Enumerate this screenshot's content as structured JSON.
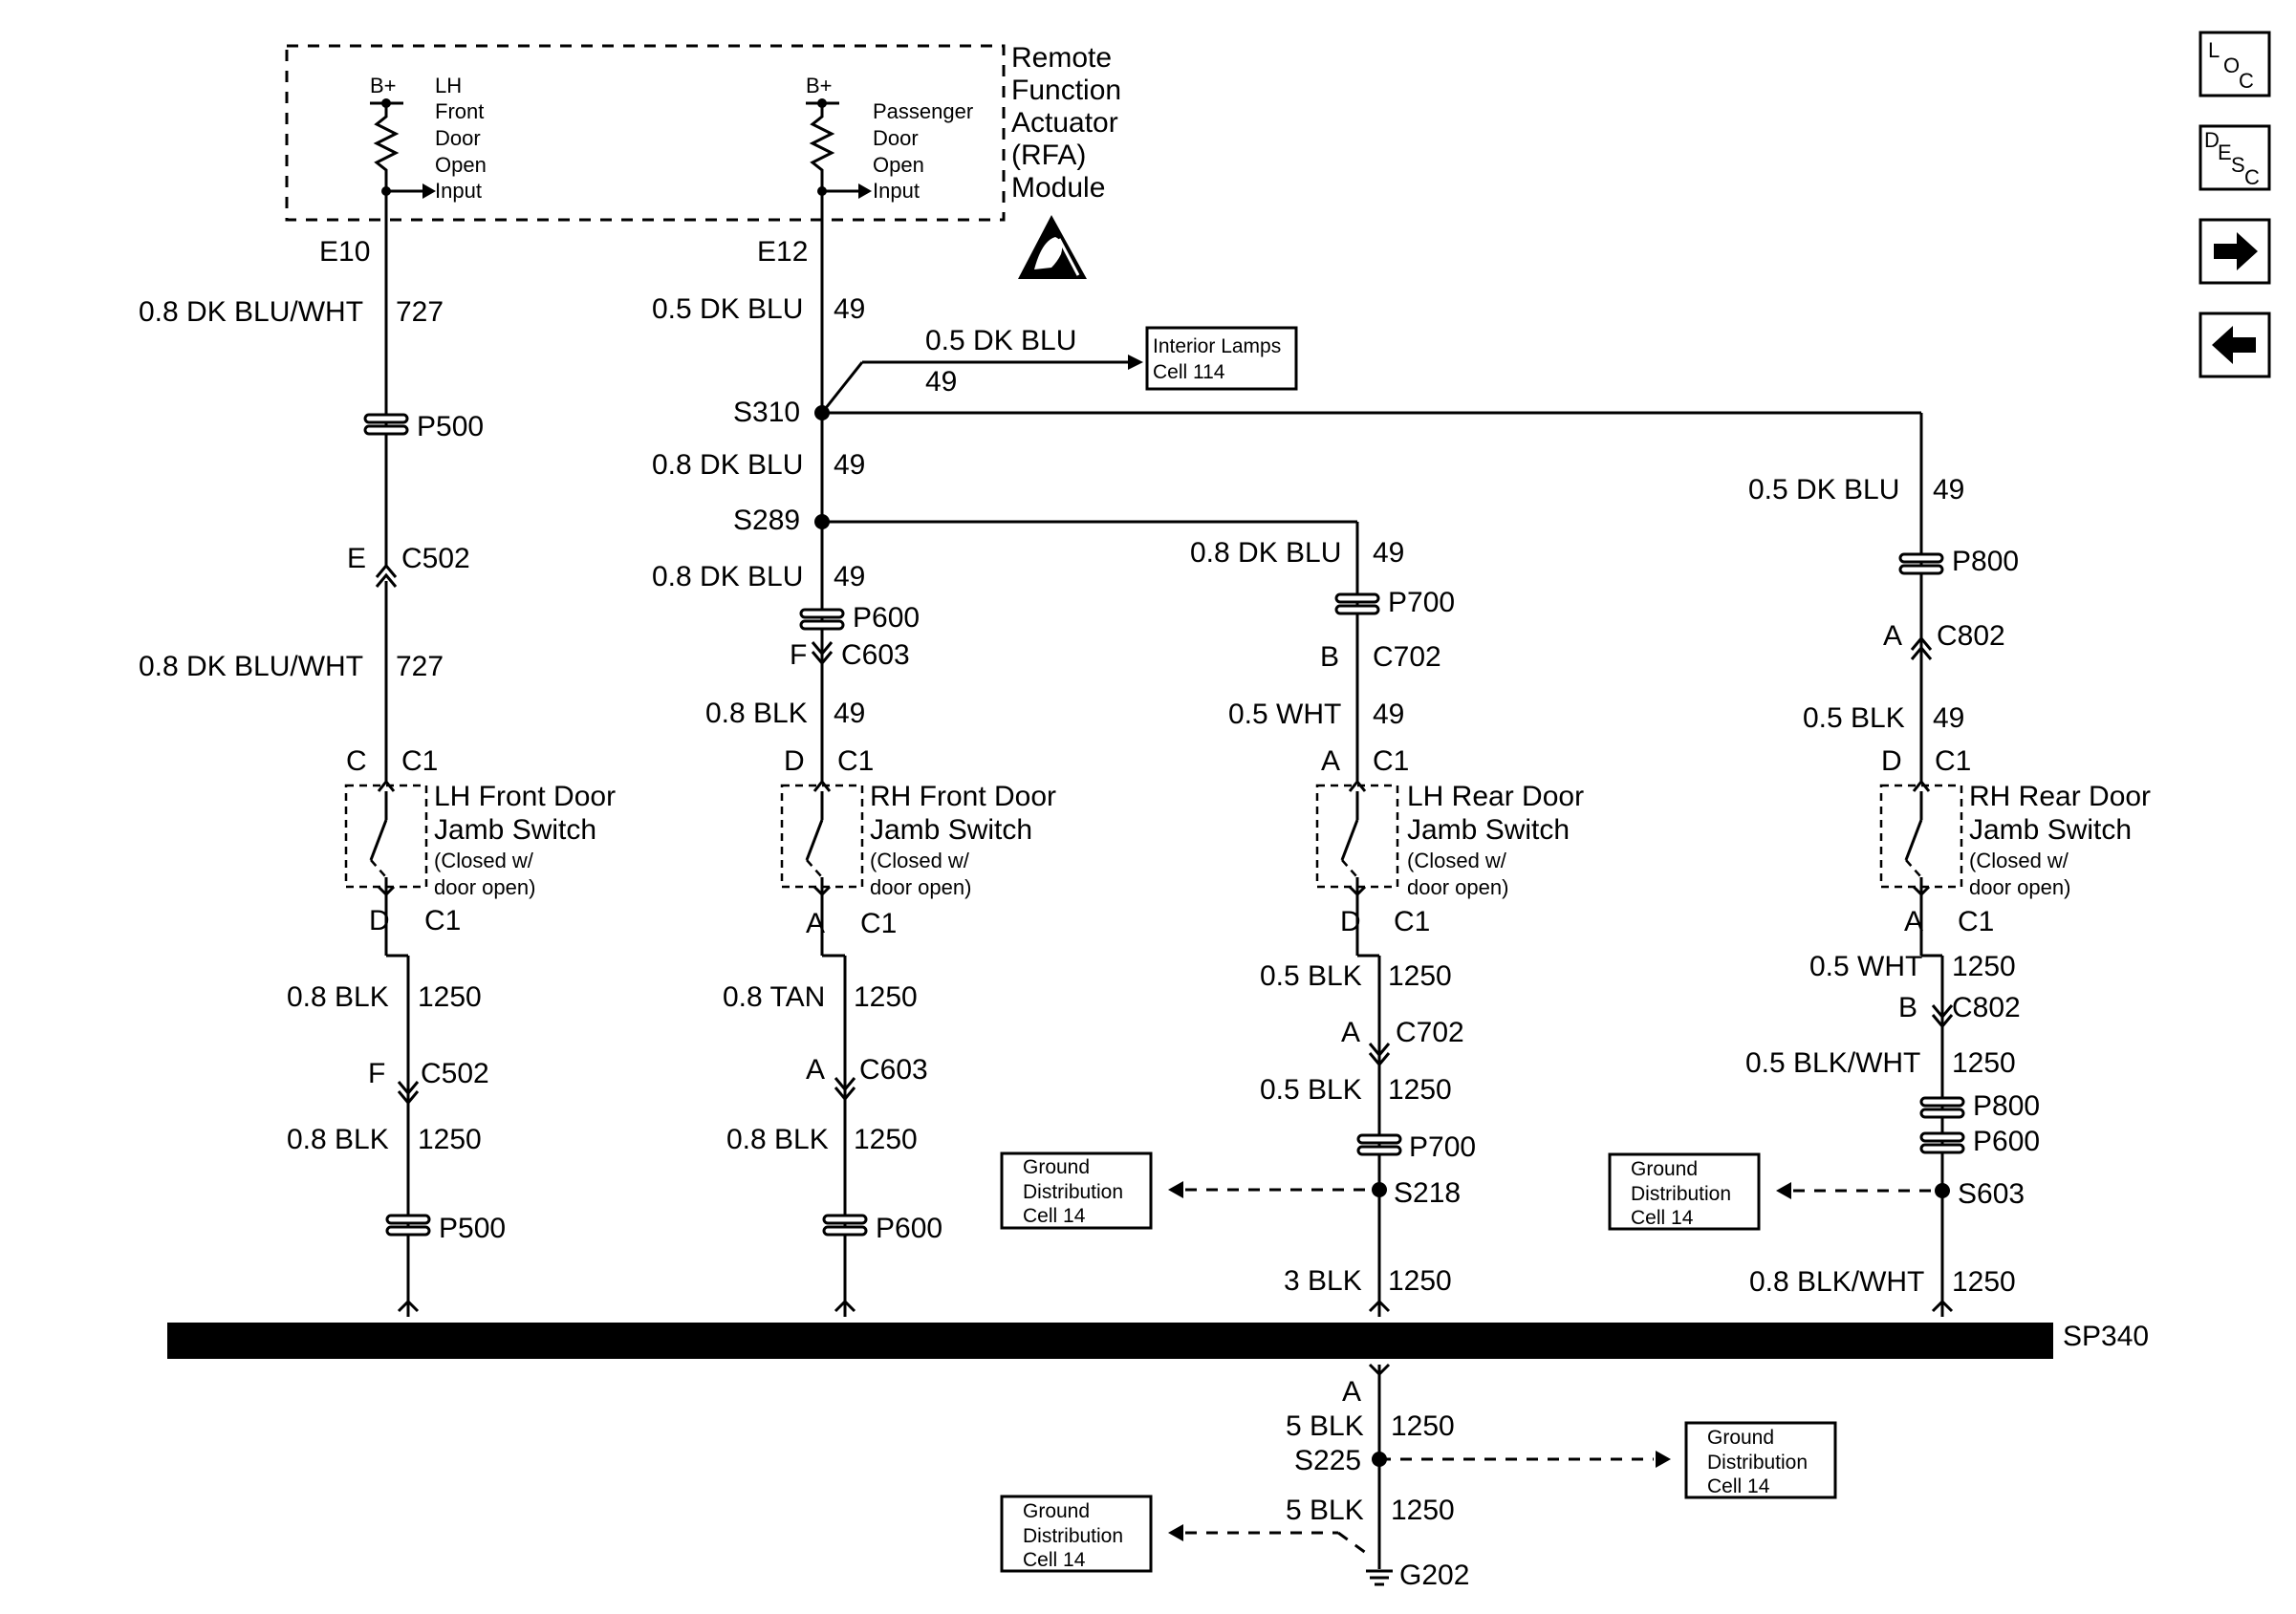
{
  "module": {
    "title_lines": [
      "Remote",
      "Function",
      "Actuator",
      "(RFA)",
      "Module"
    ],
    "b_plus": "B+",
    "lh_input_lines": [
      "LH",
      "Front",
      "Door",
      "Open",
      "Input"
    ],
    "pass_input_lines": [
      "Passenger",
      "Door",
      "Open",
      "Input"
    ],
    "pin_left": "E10",
    "pin_right": "E12"
  },
  "nav": {
    "loc": [
      "L",
      "O",
      "C"
    ],
    "desc": [
      "D",
      "E",
      "S",
      "C"
    ],
    "next_icon": "right-arrow-icon",
    "prev_icon": "left-arrow-icon"
  },
  "icons": {
    "esd": "esd-warning-icon",
    "ground": "ground-symbol-icon"
  },
  "wires": {
    "w1_desc": "0.8 DK BLU/WHT",
    "w1_num": "727",
    "w2_desc": "0.8 DK BLU/WHT",
    "w2_num": "727",
    "w3_desc": "0.8 BLK",
    "w3_num": "1250",
    "w4_desc": "0.8 BLK",
    "w4_num": "1250",
    "w5_desc": "0.5 DK BLU",
    "w5_num": "49",
    "w6_desc": "0.5 DK BLU",
    "w6_num": "49",
    "w7_desc": "0.8 DK BLU",
    "w7_num": "49",
    "w8_desc": "0.8 DK BLU",
    "w8_num": "49",
    "w9_desc": "0.8 BLK",
    "w9_num": "49",
    "w10_desc": "0.8 TAN",
    "w10_num": "1250",
    "w11_desc": "0.8 BLK",
    "w11_num": "1250",
    "w12_desc": "0.8 DK BLU",
    "w12_num": "49",
    "w13_desc": "0.5 WHT",
    "w13_num": "49",
    "w14_desc": "0.5 BLK",
    "w14_num": "1250",
    "w15_desc": "0.5 BLK",
    "w15_num": "1250",
    "w16_desc": "3 BLK",
    "w16_num": "1250",
    "w17_desc": "0.5 DK BLU",
    "w17_num": "49",
    "w18_desc": "0.5 BLK",
    "w18_num": "49",
    "w19_desc": "0.5 WHT",
    "w19_num": "1250",
    "w20_desc": "0.5 BLK/WHT",
    "w20_num": "1250",
    "w21_desc": "0.8 BLK/WHT",
    "w21_num": "1250",
    "w22_desc": "5 BLK",
    "w22_num": "1250",
    "w23_desc": "5 BLK",
    "w23_num": "1250"
  },
  "connectors": {
    "p500": "P500",
    "c502": "C502",
    "c1": "C1",
    "c603": "C603",
    "p600": "P600",
    "p700": "P700",
    "c702": "C702",
    "p800": "P800",
    "c802": "C802",
    "s310": "S310",
    "s289": "S289",
    "s218": "S218",
    "s603": "S603",
    "s225": "S225",
    "g202": "G202",
    "sp340": "SP340",
    "pin_a": "A",
    "pin_b": "B",
    "pin_c": "C",
    "pin_d": "D",
    "pin_e": "E",
    "pin_f": "F"
  },
  "switches": {
    "lh_front": [
      "LH Front Door",
      "Jamb Switch"
    ],
    "rh_front": [
      "RH Front Door",
      "Jamb Switch"
    ],
    "lh_rear": [
      "LH Rear Door",
      "Jamb Switch"
    ],
    "rh_rear": [
      "RH Rear Door",
      "Jamb Switch"
    ],
    "note": [
      "(Closed w/",
      "door open)"
    ]
  },
  "refs": {
    "interior": [
      "Interior Lamps",
      "Cell 114"
    ],
    "ground": [
      "Ground",
      "Distribution",
      "Cell 14"
    ]
  }
}
